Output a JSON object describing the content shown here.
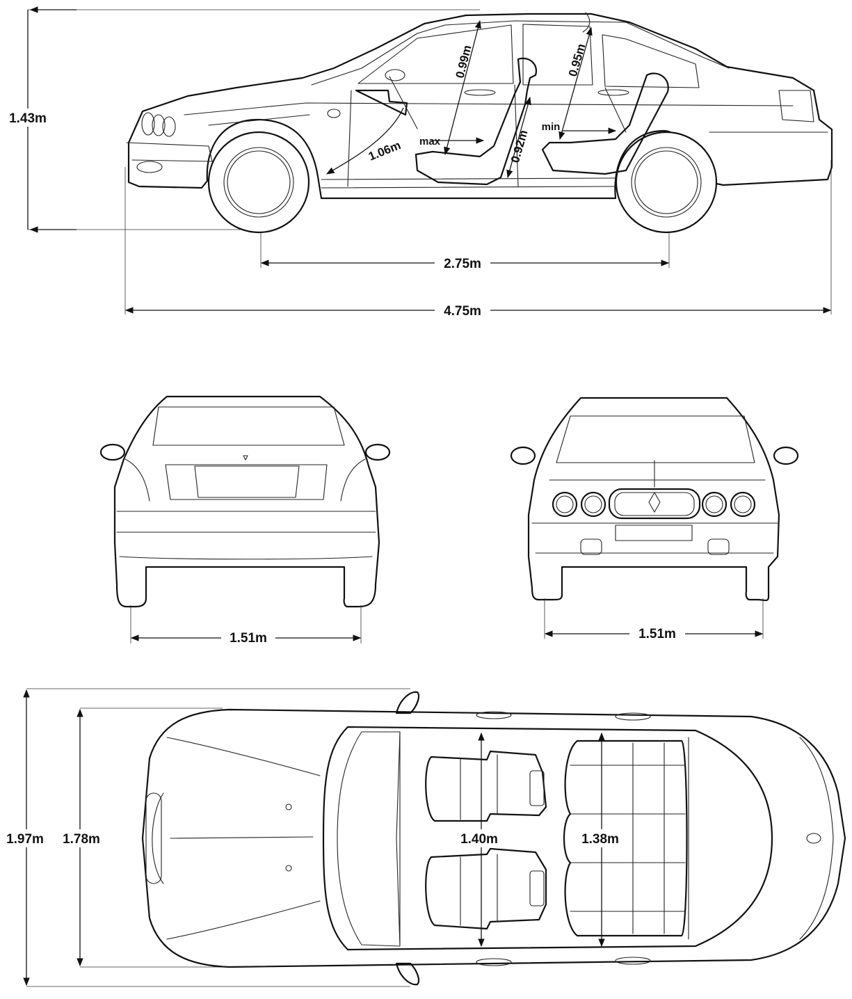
{
  "side_view": {
    "height": "1.43m",
    "wheelbase": "2.75m",
    "length": "4.75m",
    "front_legroom": "1.06m",
    "front_headroom": "0.99m",
    "rear_headroom": "0.95m",
    "rear_legroom": "0.92m",
    "seat_max": "max",
    "seat_min": "min"
  },
  "rear_view": {
    "track": "1.51m"
  },
  "front_view": {
    "track": "1.51m"
  },
  "top_view": {
    "width_mirrors": "1.97m",
    "width_body": "1.78m",
    "front_shoulder": "1.40m",
    "rear_shoulder": "1.38m"
  }
}
